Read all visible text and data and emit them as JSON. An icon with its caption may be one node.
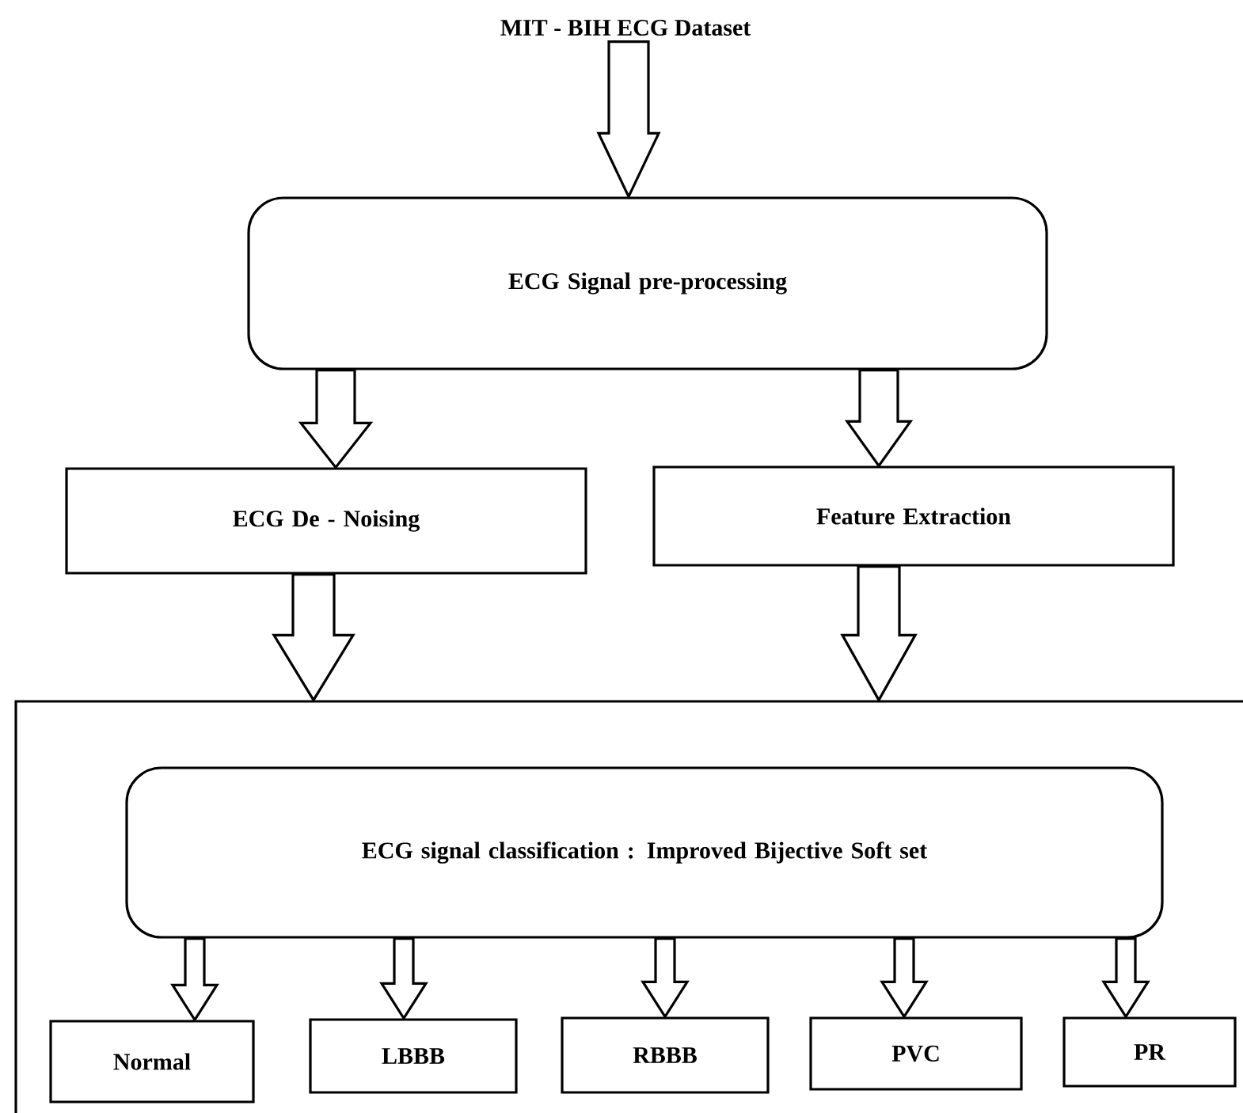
{
  "diagram": {
    "nodes": [
      {
        "text": [
          "MIT - BIH ECG Dataset"
        ]
      },
      {
        "text": [
          "ECG Signal pre-processing"
        ]
      },
      {
        "text": [
          "ECG De - Noising"
        ]
      },
      {
        "text": [
          "Feature Extraction"
        ]
      },
      {
        "text": [],
        "shape": "box"
      },
      {
        "text": [
          "ECG signal classification : Improved Bijective Soft set"
        ],
        "in": 4
      },
      {
        "text": [
          "Normal"
        ],
        "in": 4
      },
      {
        "text": [
          "LBBB"
        ],
        "in": 4
      },
      {
        "text": [
          "RBBB"
        ],
        "in": 4
      },
      {
        "text": [
          "PVC"
        ],
        "in": 4
      },
      {
        "text": [
          "PR"
        ],
        "in": 4
      }
    ],
    "edges": [
      {
        "from": 0,
        "to": 1,
        "arrow": "to"
      },
      {
        "from": 1,
        "to": 2,
        "arrow": "to"
      },
      {
        "from": 1,
        "to": 3,
        "arrow": "to"
      },
      {
        "from": 2,
        "to": 4,
        "arrow": "to"
      },
      {
        "from": 3,
        "to": 4,
        "arrow": "to"
      },
      {
        "from": 5,
        "to": 6,
        "arrow": "to"
      },
      {
        "from": 5,
        "to": 7,
        "arrow": "to"
      },
      {
        "from": 5,
        "to": 8,
        "arrow": "to"
      },
      {
        "from": 5,
        "to": 9,
        "arrow": "to"
      },
      {
        "from": 5,
        "to": 10,
        "arrow": "to"
      }
    ]
  }
}
